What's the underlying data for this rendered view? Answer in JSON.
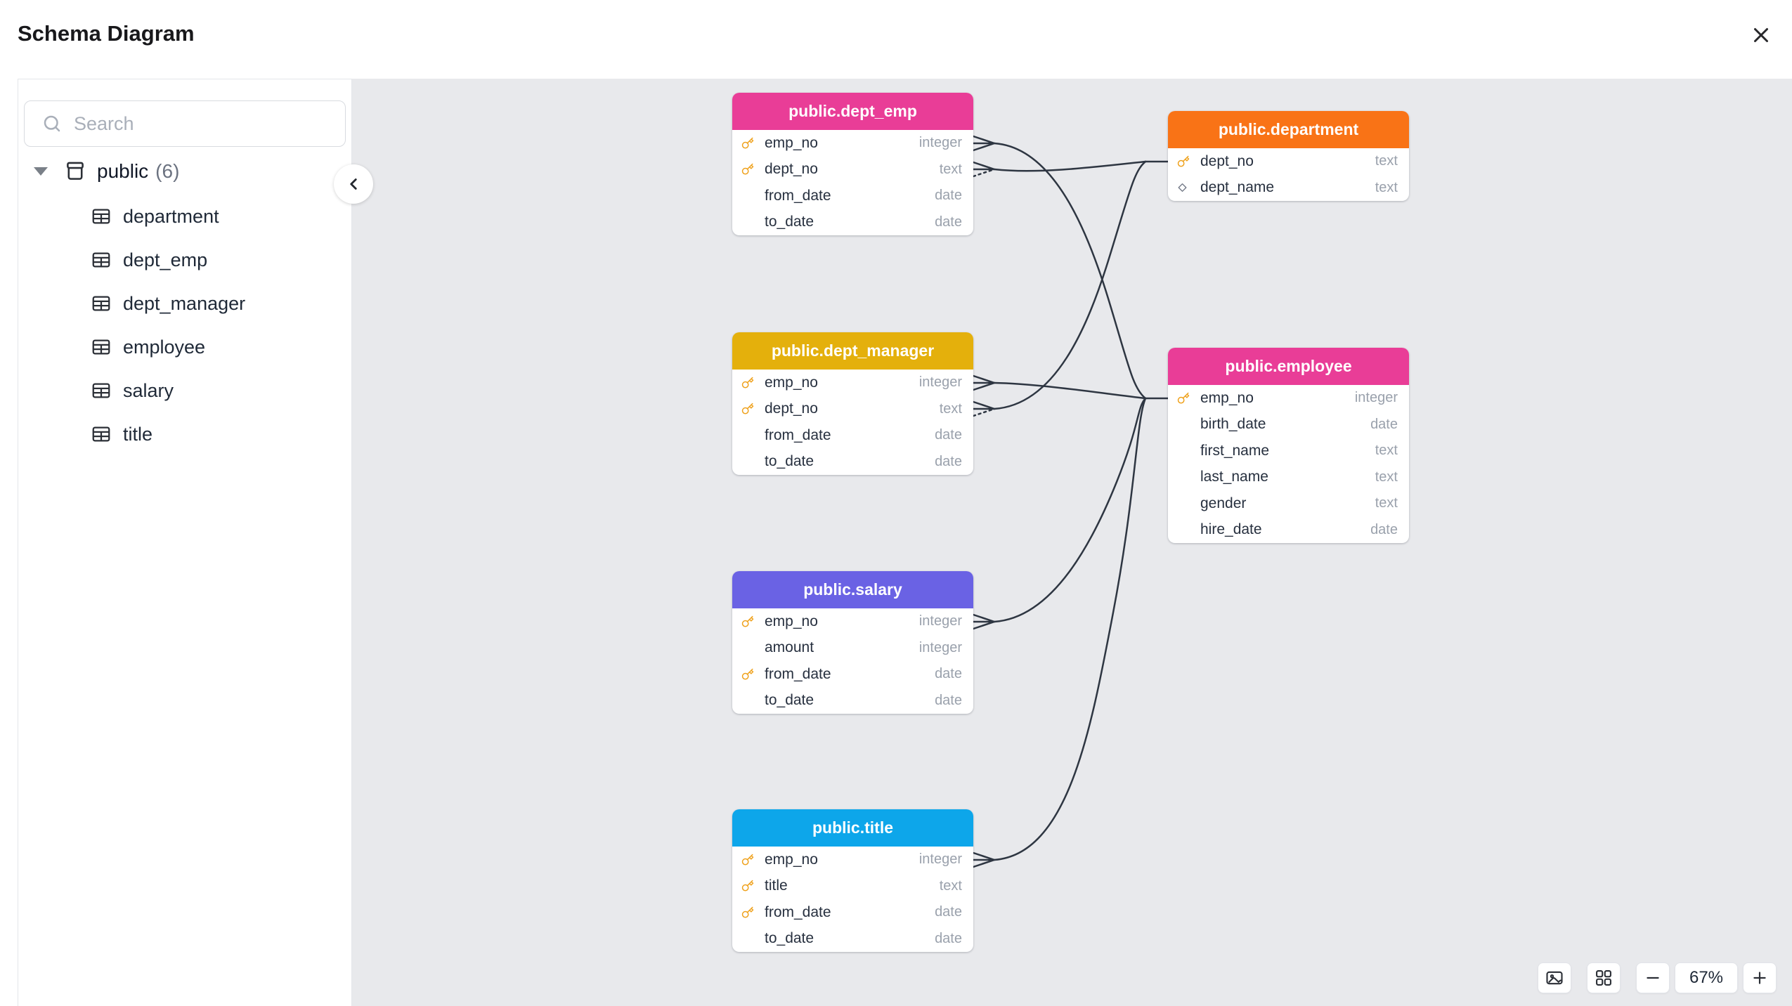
{
  "header": {
    "title": "Schema Diagram"
  },
  "sidebar": {
    "search": {
      "placeholder": "Search"
    },
    "schema": {
      "name": "public",
      "count": "(6)"
    },
    "tables": [
      {
        "label": "department"
      },
      {
        "label": "dept_emp"
      },
      {
        "label": "dept_manager"
      },
      {
        "label": "employee"
      },
      {
        "label": "salary"
      },
      {
        "label": "title"
      }
    ]
  },
  "diagram": {
    "canvas_color": "#E8E9EC",
    "edge_color": "#2E3642",
    "key_icon_color": "#EFA11B",
    "tables": [
      {
        "title": "public.dept_emp",
        "header_color": "#E93D97",
        "columns": [
          {
            "name": "emp_no",
            "type": "integer",
            "icon": "key"
          },
          {
            "name": "dept_no",
            "type": "text",
            "icon": "key"
          },
          {
            "name": "from_date",
            "type": "date",
            "icon": "none"
          },
          {
            "name": "to_date",
            "type": "date",
            "icon": "none"
          }
        ]
      },
      {
        "title": "public.department",
        "header_color": "#F97316",
        "columns": [
          {
            "name": "dept_no",
            "type": "text",
            "icon": "key"
          },
          {
            "name": "dept_name",
            "type": "text",
            "icon": "diamond"
          }
        ]
      },
      {
        "title": "public.dept_manager",
        "header_color": "#E4B00C",
        "columns": [
          {
            "name": "emp_no",
            "type": "integer",
            "icon": "key"
          },
          {
            "name": "dept_no",
            "type": "text",
            "icon": "key"
          },
          {
            "name": "from_date",
            "type": "date",
            "icon": "none"
          },
          {
            "name": "to_date",
            "type": "date",
            "icon": "none"
          }
        ]
      },
      {
        "title": "public.employee",
        "header_color": "#E93D97",
        "columns": [
          {
            "name": "emp_no",
            "type": "integer",
            "icon": "key"
          },
          {
            "name": "birth_date",
            "type": "date",
            "icon": "none"
          },
          {
            "name": "first_name",
            "type": "text",
            "icon": "none"
          },
          {
            "name": "last_name",
            "type": "text",
            "icon": "none"
          },
          {
            "name": "gender",
            "type": "text",
            "icon": "none"
          },
          {
            "name": "hire_date",
            "type": "date",
            "icon": "none"
          }
        ]
      },
      {
        "title": "public.salary",
        "header_color": "#6A62E4",
        "columns": [
          {
            "name": "emp_no",
            "type": "integer",
            "icon": "key"
          },
          {
            "name": "amount",
            "type": "integer",
            "icon": "none"
          },
          {
            "name": "from_date",
            "type": "date",
            "icon": "key"
          },
          {
            "name": "to_date",
            "type": "date",
            "icon": "none"
          }
        ]
      },
      {
        "title": "public.title",
        "header_color": "#0DA6EA",
        "columns": [
          {
            "name": "emp_no",
            "type": "integer",
            "icon": "key"
          },
          {
            "name": "title",
            "type": "text",
            "icon": "key"
          },
          {
            "name": "from_date",
            "type": "date",
            "icon": "key"
          },
          {
            "name": "to_date",
            "type": "date",
            "icon": "none"
          }
        ]
      }
    ],
    "relationships": [
      {
        "from": "public.dept_emp.emp_no",
        "to": "public.employee.emp_no"
      },
      {
        "from": "public.dept_emp.dept_no",
        "to": "public.department.dept_no"
      },
      {
        "from": "public.dept_manager.emp_no",
        "to": "public.employee.emp_no"
      },
      {
        "from": "public.dept_manager.dept_no",
        "to": "public.department.dept_no"
      },
      {
        "from": "public.salary.emp_no",
        "to": "public.employee.emp_no"
      },
      {
        "from": "public.title.emp_no",
        "to": "public.employee.emp_no"
      }
    ]
  },
  "controls": {
    "zoom_level": "67%"
  }
}
